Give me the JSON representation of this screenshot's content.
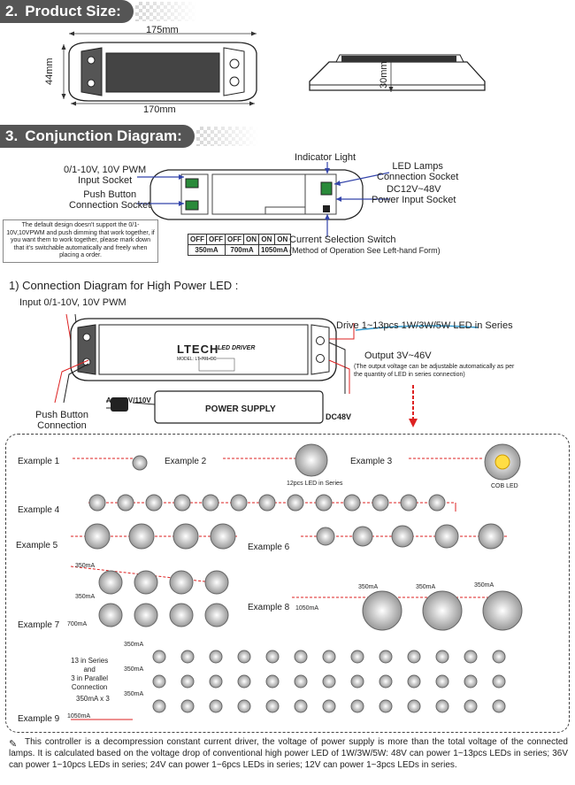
{
  "section2": {
    "number": "2.",
    "title": "Product Size:"
  },
  "dims": {
    "top_width": "175mm",
    "height": "44mm",
    "bottom_width": "170mm",
    "side_height": "30mm"
  },
  "section3": {
    "number": "3.",
    "title": "Conjunction Diagram:"
  },
  "conj": {
    "input_socket": "0/1-10V, 10V PWM\nInput Socket",
    "push_socket": "Push Button\nConnection Socket",
    "indicator": "Indicator Light",
    "led_socket": "LED Lamps\nConnection Socket",
    "power_socket": "DC12V~48V\nPower Input Socket",
    "note": "The default design doesn't support the 0/1-10V,10VPWM and push dimming that work together, if you want them to work together, please mark down that it's switchable automatically and freely when placing a order.",
    "current_switch": "Current Selection Switch",
    "current_switch_sub": "(Method of Operation See Left-hand Form)",
    "table_row1": [
      "OFF",
      "OFF",
      "OFF",
      "ON",
      "ON",
      "ON"
    ],
    "table_row2": [
      "350mA",
      "700mA",
      "1050mA"
    ]
  },
  "conn": {
    "heading": "1) Connection Diagram for High Power LED :",
    "input": "Input 0/1-10V,  10V PWM",
    "drive": "Drive 1~13pcs 1W/3W/5W LED in Series",
    "output": "Output 3V~46V",
    "output_note": "(The output voltage can be adjustable automatically as per the quantity of LED in series connection)",
    "push": "Push Button\nConnection",
    "ac": "AC220V/110V",
    "power_supply": "POWER SUPPLY",
    "dc": "DC48V",
    "brand": "LTECH",
    "driver": "LED DRIVER",
    "model": "MODEL: LT-701-CC"
  },
  "examples": {
    "e1": "Example 1",
    "e2": "Example 2",
    "e3": "Example 3",
    "e4": "Example 4",
    "e5": "Example 5",
    "e6": "Example 6",
    "e7": "Example 7",
    "e8": "Example 8",
    "e9": "Example 9",
    "led12": "12pcs LED in Series",
    "cob": "COB LED",
    "ma350": "350mA",
    "ma700": "700mA",
    "ma1050": "1050mA",
    "series_text": "13 in Series\nand\n3 in Parallel\nConnection",
    "ma350x3": "350mA  x  3"
  },
  "bottom_note": "This controller is a decompression constant current driver, the voltage of power supply is more than the total voltage of the connected lamps. It is calculated based on the voltage drop of conventional high power LED of 1W/3W/5W: 48V can power 1~13pcs LEDs in series; 36V can power 1~10pcs LEDs in series; 24V can power 1~6pcs LEDs in series; 12V can power 1~3pcs LEDs in series."
}
